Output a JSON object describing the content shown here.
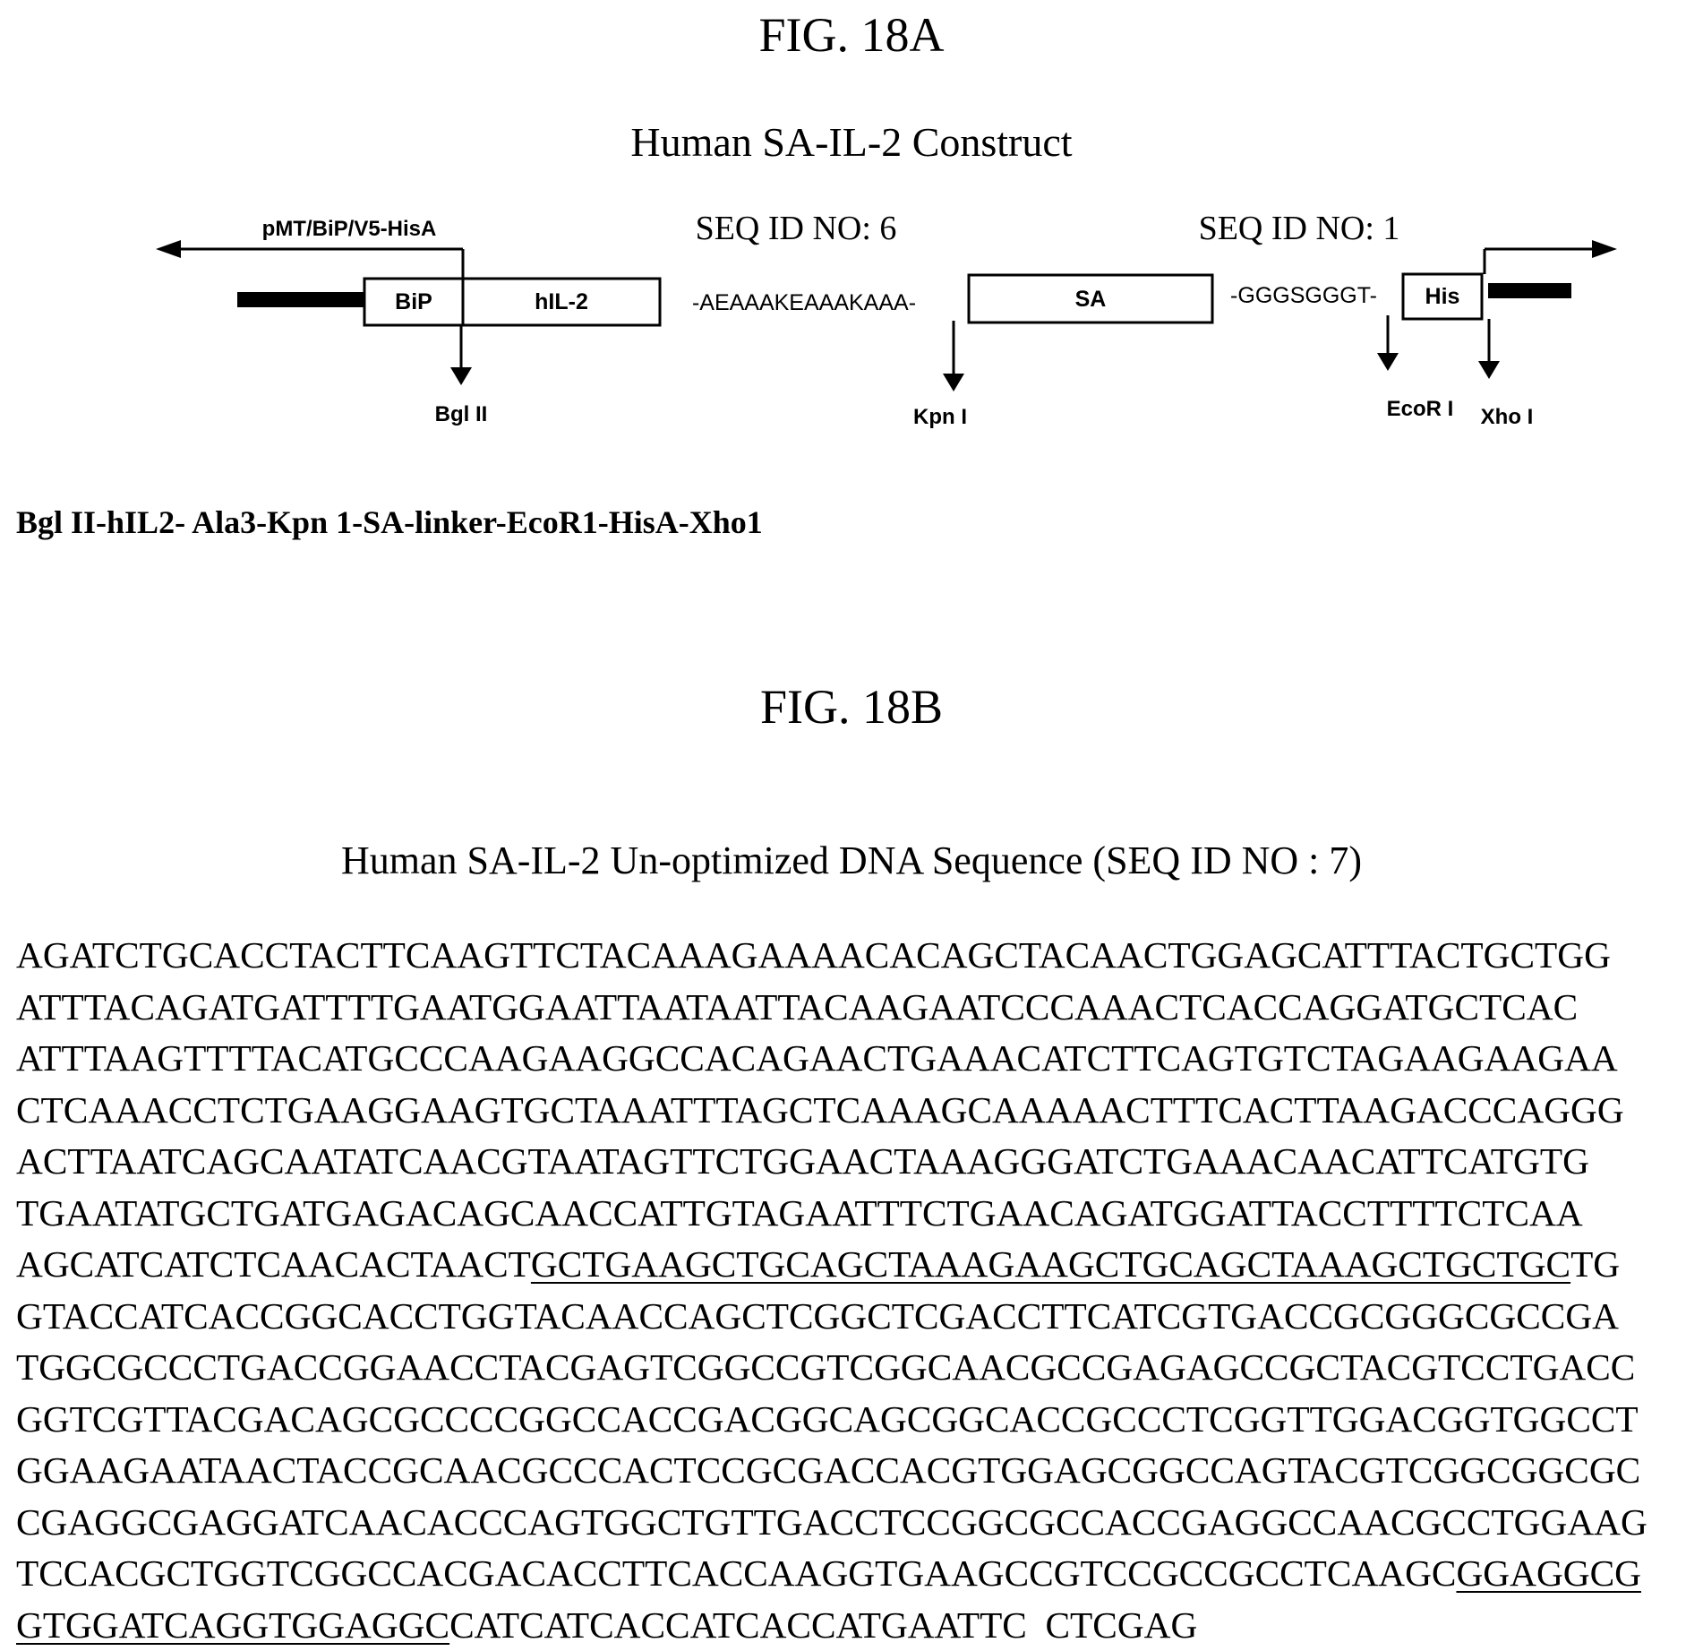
{
  "fig_a": {
    "title": "FIG. 18A",
    "subtitle": "Human SA-IL-2 Construct",
    "vector_label": "pMT/BiP/V5-HisA",
    "seq_id_left": "SEQ ID NO: 6",
    "seq_id_right": "SEQ ID NO: 1",
    "boxes": {
      "bip": "BiP",
      "hil2": "hIL-2",
      "sa": "SA",
      "his": "His"
    },
    "linker_1": "-AEAAAKEAAAKAAA-",
    "linker_2": "-GGGSGGGT-",
    "sites": {
      "bgl": "Bgl II",
      "kpn": "Kpn I",
      "ecor": "EcoR I",
      "xho": "Xho I"
    },
    "construct_label": "Bgl II-hIL2- Ala3-Kpn 1-SA-linker-EcoR1-HisA-Xho1"
  },
  "fig_b": {
    "title": "FIG. 18B",
    "subtitle": "Human SA-IL-2 Un-optimized DNA Sequence (SEQ ID NO : 7)",
    "lines": [
      [
        {
          "t": "AGATCTGCACCTACTTCAAGTTCTACAAAGAAAACACAGCTACAACTGGAGCATTTACTGCTGG",
          "u": false
        }
      ],
      [
        {
          "t": "ATTTACAGATGATTTTGAATGGAATTAATAATTACAAGAATCCCAAACTCACCAGGATGCTCAC",
          "u": false
        }
      ],
      [
        {
          "t": "ATTTAAGTTTTACATGCCCAAGAAGGCCACAGAACTGAAACATCTTCAGTGTCTAGAAGAAGAA",
          "u": false
        }
      ],
      [
        {
          "t": "CTCAAACCTCTGAAGGAAGTGCTAAATTTAGCTCAAAGCAAAAACTTTCACTTAAGACCCAGGG",
          "u": false
        }
      ],
      [
        {
          "t": "ACTTAATCAGCAATATCAACGTAATAGTTCTGGAACTAAAGGGATCTGAAACAACATTCATGTG",
          "u": false
        }
      ],
      [
        {
          "t": "TGAATATGCTGATGAGACAGCAACCATTGTAGAATTTCTGAACAGATGGATTACCTTTTCTCAA",
          "u": false
        }
      ],
      [
        {
          "t": "AGCATCATCTCAACACTAACT",
          "u": false
        },
        {
          "t": "GCTGAAGCTGCAGCTAAAGAAGCTGCAGCTAAAGCTGCTGC",
          "u": true
        },
        {
          "t": "TG",
          "u": false
        }
      ],
      [
        {
          "t": "GTACCATCACCGGCACCTGGTACAACCAGCTCGGCTCGACCTTCATCGTGACCGCGGGCGCCGA",
          "u": false
        }
      ],
      [
        {
          "t": "TGGCGCCCTGACCGGAACCTACGAGTCGGCCGTCGGCAACGCCGAGAGCCGCTACGTCCTGACC",
          "u": false
        }
      ],
      [
        {
          "t": "GGTCGTTACGACAGCGCCCCGGCCACCGACGGCAGCGGCACCGCCCTCGGTTGGACGGTGGCCT",
          "u": false
        }
      ],
      [
        {
          "t": "GGAAGAATAACTACCGCAACGCCCACTCCGCGACCACGTGGAGCGGCCAGTACGTCGGCGGCGC",
          "u": false
        }
      ],
      [
        {
          "t": "CGAGGCGAGGATCAACACCCAGTGGCTGTTGACCTCCGGCGCCACCGAGGCCAACGCCTGGAAG",
          "u": false
        }
      ],
      [
        {
          "t": "TCCACGCTGGTCGGCCACGACACCTTCACCAAGGTGAAGCCGTCCGCCGCCTCAAGC",
          "u": false
        },
        {
          "t": "GGAGGCG",
          "u": true
        }
      ],
      [
        {
          "t": "GTGGATCAGGTGGAGGC",
          "u": true
        },
        {
          "t": "CATCATCACCATCACCATGAATTC  CTCGAG",
          "u": false
        }
      ]
    ]
  }
}
